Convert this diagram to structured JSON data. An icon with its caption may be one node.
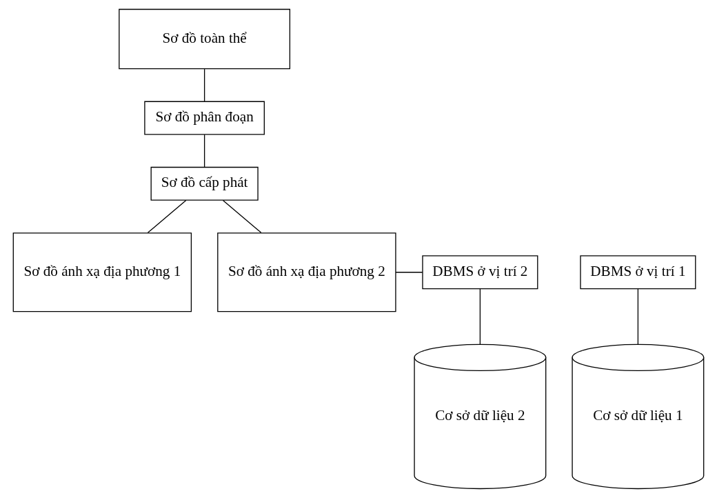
{
  "diagram": {
    "nodes": [
      {
        "text": [
          "Sơ đồ toàn thể"
        ]
      },
      {
        "text": [
          "Sơ đồ phân đoạn"
        ]
      },
      {
        "text": [
          "Sơ đồ cấp phát"
        ]
      },
      {
        "text": [
          "DBMS ở vị trí 1"
        ]
      },
      {
        "text": [
          "Sơ đồ ánh xạ địa phương 1"
        ]
      },
      {
        "text": [
          "Sơ đồ ánh xạ địa phương 2"
        ]
      },
      {
        "text": [
          "DBMS ở vị trí 2"
        ]
      },
      {
        "text": [
          "Cơ sở dữ liệu 1"
        ]
      },
      {
        "text": [
          "Cơ sở dữ liệu 2"
        ]
      }
    ],
    "edges": [
      {
        "from": 0,
        "to": 1,
        "arrow": "none"
      },
      {
        "from": 1,
        "to": 2,
        "arrow": "none"
      },
      {
        "from": 2,
        "to": 4,
        "arrow": "none"
      },
      {
        "from": 2,
        "to": 5,
        "arrow": "none"
      },
      {
        "from": 5,
        "to": 6,
        "arrow": "none"
      },
      {
        "from": 3,
        "to": 7,
        "arrow": "none"
      },
      {
        "from": 6,
        "to": 8,
        "arrow": "none"
      }
    ]
  }
}
